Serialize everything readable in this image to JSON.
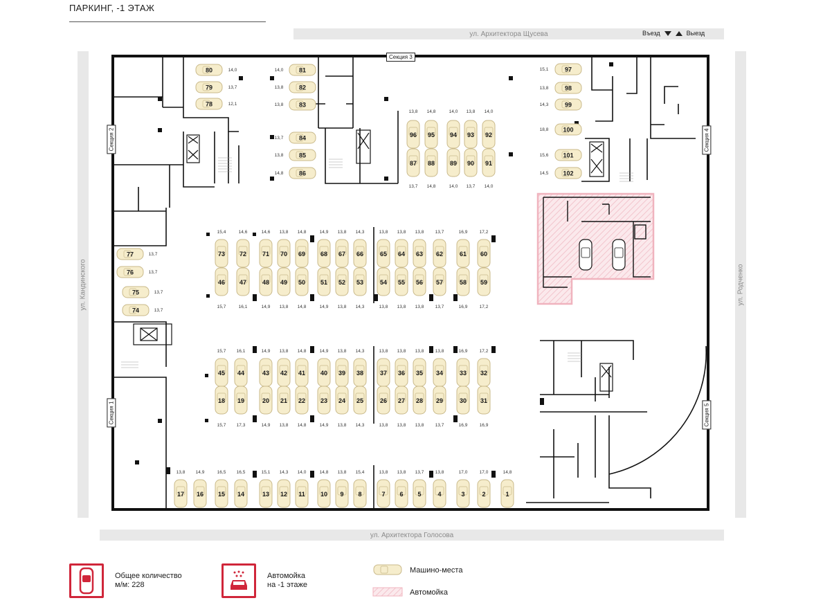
{
  "page_title": "ПАРКИНГ, -1 ЭТАЖ",
  "streets": {
    "top": "ул. Архитектора Щусева",
    "bottom": "ул. Архитектора Голосова",
    "left": "ул. Кандинского",
    "right": "ул. Родченко"
  },
  "sections": {
    "s1": "Секция 1",
    "s2": "Секция 2",
    "s3": "Секция 3",
    "s4": "Секция 4",
    "s5": "Секция 5"
  },
  "traffic_legend": {
    "entry": "Въезд",
    "exit": "Выезд"
  },
  "legend": {
    "total_label": "Общее количество м/м: 228",
    "total_line1": "Общее количество",
    "total_line2": "м/м: 228",
    "wash_line1": "Автомойка",
    "wash_line2": "на -1 этаже",
    "spaces_label": "Машино-места",
    "carwash_label": "Автомойка"
  },
  "colors": {
    "car_fill": "#f6edcc",
    "car_stroke": "#c9b98a",
    "wall": "#111111",
    "accent_red": "#d0263a",
    "carwash_hatch": "#f2c4cc"
  },
  "parking_spaces": [
    {
      "n": "1",
      "area": "14,8"
    },
    {
      "n": "2",
      "area": "17,0"
    },
    {
      "n": "3",
      "area": "17,0"
    },
    {
      "n": "4",
      "area": "13,8"
    },
    {
      "n": "5",
      "area": "13,7"
    },
    {
      "n": "6",
      "area": "13,8"
    },
    {
      "n": "7",
      "area": "13,8"
    },
    {
      "n": "8",
      "area": "15,4"
    },
    {
      "n": "9",
      "area": "13,8"
    },
    {
      "n": "10",
      "area": "14,8"
    },
    {
      "n": "11",
      "area": "14,0"
    },
    {
      "n": "12",
      "area": "14,3"
    },
    {
      "n": "13",
      "area": "15,1"
    },
    {
      "n": "14",
      "area": "16,5"
    },
    {
      "n": "15",
      "area": "16,5"
    },
    {
      "n": "16",
      "area": "14,9"
    },
    {
      "n": "17",
      "area": "13,8"
    },
    {
      "n": "18",
      "area": "15,7"
    },
    {
      "n": "19",
      "area": "17,3"
    },
    {
      "n": "20",
      "area": "14,9"
    },
    {
      "n": "21",
      "area": "13,8"
    },
    {
      "n": "22",
      "area": "14,8"
    },
    {
      "n": "23",
      "area": "14,9"
    },
    {
      "n": "24",
      "area": "13,8"
    },
    {
      "n": "25",
      "area": "14,3"
    },
    {
      "n": "26",
      "area": "13,8"
    },
    {
      "n": "27",
      "area": "13,8"
    },
    {
      "n": "28",
      "area": "13,8"
    },
    {
      "n": "29",
      "area": "13,7"
    },
    {
      "n": "30",
      "area": "16,9"
    },
    {
      "n": "31",
      "area": "16,9"
    },
    {
      "n": "32",
      "area": "17,2"
    },
    {
      "n": "33",
      "area": "16,9"
    },
    {
      "n": "34",
      "area": "13,8"
    },
    {
      "n": "35",
      "area": "13,8"
    },
    {
      "n": "36",
      "area": "13,8"
    },
    {
      "n": "37",
      "area": "13,8"
    },
    {
      "n": "38",
      "area": "14,3"
    },
    {
      "n": "39",
      "area": "13,8"
    },
    {
      "n": "40",
      "area": "14,9"
    },
    {
      "n": "41",
      "area": "14,8"
    },
    {
      "n": "42",
      "area": "13,8"
    },
    {
      "n": "43",
      "area": "14,9"
    },
    {
      "n": "44",
      "area": "16,1"
    },
    {
      "n": "45",
      "area": "15,7"
    },
    {
      "n": "46",
      "area": "15,7"
    },
    {
      "n": "47",
      "area": "16,1"
    },
    {
      "n": "48",
      "area": "14,9"
    },
    {
      "n": "49",
      "area": "13,8"
    },
    {
      "n": "50",
      "area": "14,8"
    },
    {
      "n": "51",
      "area": "14,9"
    },
    {
      "n": "52",
      "area": "13,8"
    },
    {
      "n": "53",
      "area": "14,3"
    },
    {
      "n": "54",
      "area": "13,8"
    },
    {
      "n": "55",
      "area": "13,8"
    },
    {
      "n": "56",
      "area": "13,8"
    },
    {
      "n": "57",
      "area": "13,7"
    },
    {
      "n": "58",
      "area": "16,9"
    },
    {
      "n": "59",
      "area": "17,2"
    },
    {
      "n": "60",
      "area": "17,2"
    },
    {
      "n": "61",
      "area": "16,9"
    },
    {
      "n": "62",
      "area": "13,7"
    },
    {
      "n": "63",
      "area": "13,8"
    },
    {
      "n": "64",
      "area": "13,8"
    },
    {
      "n": "65",
      "area": "13,8"
    },
    {
      "n": "66",
      "area": "14,3"
    },
    {
      "n": "67",
      "area": "13,8"
    },
    {
      "n": "68",
      "area": "14,9"
    },
    {
      "n": "69",
      "area": "14,8"
    },
    {
      "n": "70",
      "area": "13,8"
    },
    {
      "n": "71",
      "area": "14,6"
    },
    {
      "n": "72",
      "area": "14,6"
    },
    {
      "n": "73",
      "area": "15,4"
    },
    {
      "n": "74",
      "area": "13,7"
    },
    {
      "n": "75",
      "area": "13,7"
    },
    {
      "n": "76",
      "area": "13,7"
    },
    {
      "n": "77",
      "area": "13,7"
    },
    {
      "n": "78",
      "area": "12,1"
    },
    {
      "n": "79",
      "area": "13,7"
    },
    {
      "n": "80",
      "area": "14,0"
    },
    {
      "n": "81",
      "area": "14,0"
    },
    {
      "n": "82",
      "area": "13,8"
    },
    {
      "n": "83",
      "area": "13,8"
    },
    {
      "n": "84",
      "area": "13,7"
    },
    {
      "n": "85",
      "area": "13,8"
    },
    {
      "n": "86",
      "area": "14,8"
    },
    {
      "n": "87",
      "area": "13,7"
    },
    {
      "n": "88",
      "area": "14,8"
    },
    {
      "n": "89",
      "area": "14,0"
    },
    {
      "n": "90",
      "area": "13,7"
    },
    {
      "n": "91",
      "area": "14,0"
    },
    {
      "n": "92",
      "area": "14,0"
    },
    {
      "n": "93",
      "area": "13,8"
    },
    {
      "n": "94",
      "area": "14,0"
    },
    {
      "n": "95",
      "area": "14,8"
    },
    {
      "n": "96",
      "area": "13,8"
    },
    {
      "n": "97",
      "area": "15,1"
    },
    {
      "n": "98",
      "area": "13,8"
    },
    {
      "n": "99",
      "area": "14,3"
    },
    {
      "n": "100",
      "area": "18,8"
    },
    {
      "n": "101",
      "area": "15,6"
    },
    {
      "n": "102",
      "area": "14,5"
    }
  ]
}
